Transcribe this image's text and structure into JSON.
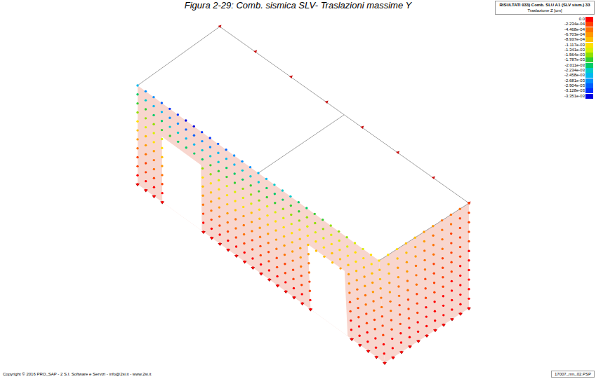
{
  "diagram": {
    "caption": "Figura 2-29: Comb. sismica SLV- Traslazioni massime Y",
    "nodes": [
      {
        "text": [
          "RISULTATI 033) Comb. SLU A1 (SLV sism.) 33",
          "Traslazione Z [cm]"
        ]
      }
    ],
    "labels": [
      "Copyright © 2016 PRO_SAP - 2 S.I. Software e Servizi - info@2si.it - www.2si.it",
      "17007_nm_02.PSP"
    ],
    "legend": [
      {
        "text": "0.0",
        "color": "#ff0000"
      },
      {
        "text": "-2.234e-04",
        "color": "#ff4000"
      },
      {
        "text": "-4.468e-04",
        "color": "#ff7000"
      },
      {
        "text": "-6.703e-04",
        "color": "#ff9a00"
      },
      {
        "text": "-8.937e-04",
        "color": "#ffc000"
      },
      {
        "text": "-1.117e-03",
        "color": "#ffe000"
      },
      {
        "text": "-1.341e-03",
        "color": "#d8ef00"
      },
      {
        "text": "-1.564e-03",
        "color": "#90e000"
      },
      {
        "text": "-1.787e-03",
        "color": "#30d030"
      },
      {
        "text": "-2.011e-03",
        "color": "#00cc66"
      },
      {
        "text": "-2.234e-03",
        "color": "#00cccc"
      },
      {
        "text": "-2.458e-03",
        "color": "#00b8f0"
      },
      {
        "text": "-2.681e-03",
        "color": "#0090ff"
      },
      {
        "text": "-2.904e-03",
        "color": "#0060ff"
      },
      {
        "text": "-3.128e-03",
        "color": "#0030ff"
      },
      {
        "text": "-3.351e-03",
        "color": "#0000e0"
      }
    ]
  }
}
